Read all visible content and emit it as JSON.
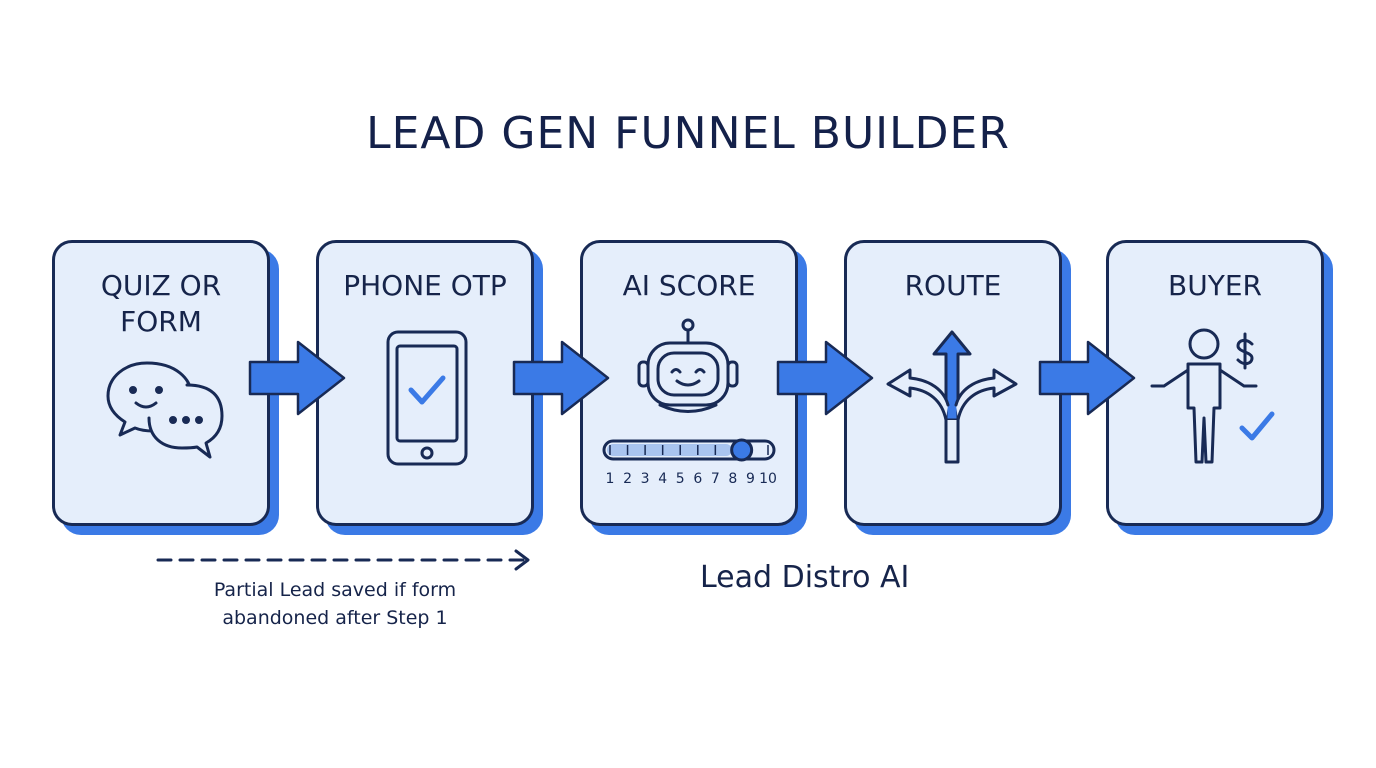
{
  "title": "LEAD GEN FUNNEL BUILDER",
  "steps": [
    {
      "label_line1": "QUIZ OR",
      "label_line2": "FORM",
      "icon": "chat-bubbles-icon"
    },
    {
      "label_line1": "PHONE OTP",
      "label_line2": "",
      "icon": "phone-check-icon"
    },
    {
      "label_line1": "AI SCORE",
      "label_line2": "",
      "icon": "robot-score-icon"
    },
    {
      "label_line1": "ROUTE",
      "label_line2": "",
      "icon": "route-arrows-icon"
    },
    {
      "label_line1": "BUYER",
      "label_line2": "",
      "icon": "buyer-dollar-icon"
    }
  ],
  "score_scale": {
    "ticks": [
      "1",
      "2",
      "3",
      "4",
      "5",
      "6",
      "7",
      "8",
      "9",
      "10"
    ],
    "selected": 8.5
  },
  "partial_note": {
    "line1": "Partial Lead saved if form",
    "line2": "abandoned after Step 1"
  },
  "brand": "Lead Distro AI",
  "colors": {
    "accent": "#3b7ae6",
    "ink": "#182a55",
    "card_fill": "#e5eefb"
  }
}
